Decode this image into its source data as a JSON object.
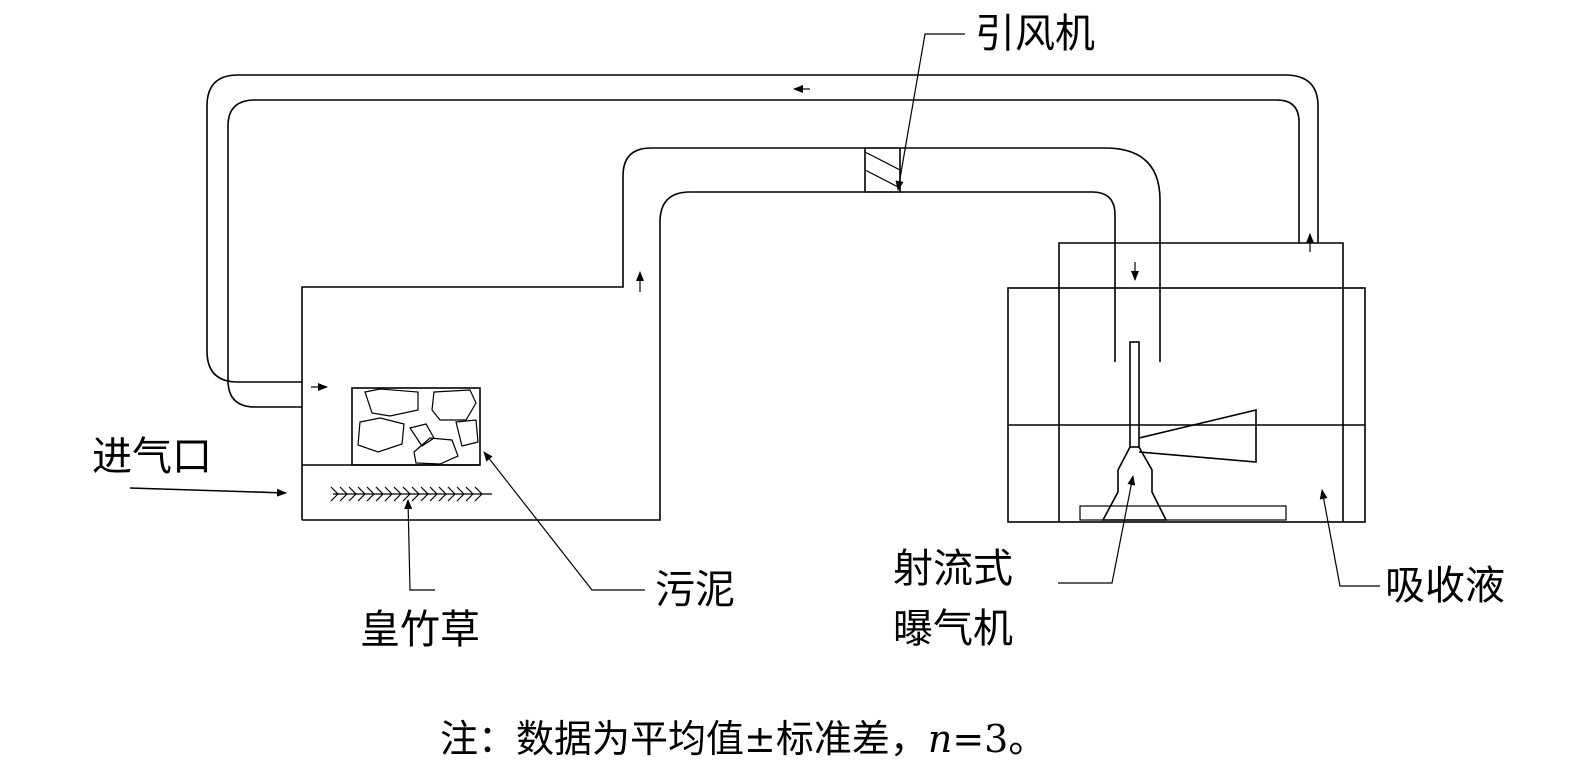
{
  "labels": {
    "fan": "引风机",
    "inlet": "进气口",
    "sludge": "污泥",
    "bamboo_grass": "皇竹草",
    "jet_aerator_line1": "射流式",
    "jet_aerator_line2": "曝气机",
    "absorbent": "吸收液"
  },
  "note": {
    "prefix": "注：数据为平均值±标准差，",
    "n_symbol": "n",
    "suffix": "=3。"
  },
  "colors": {
    "stroke": "#000000",
    "background": "#ffffff"
  }
}
